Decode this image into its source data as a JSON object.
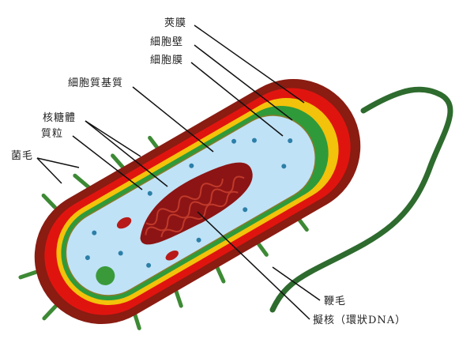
{
  "title": "原核細胞結構",
  "labels": {
    "capsule": "莢膜",
    "cell_wall": "細胞壁",
    "cell_membrane": "細胞膜",
    "cytoplasm": "細胞質基質",
    "ribosome": "核糖體",
    "plasmid": "質粒",
    "pili": "菌毛",
    "flagellum": "鞭毛",
    "nucleoid": "擬核（環狀DNA）"
  },
  "colors": {
    "capsule": "#8a1c12",
    "cell_wall": "#e0140f",
    "yellow_layer": "#f3c20a",
    "membrane": "#2f9a3a",
    "cytoplasm": "#bfe2f6",
    "nucleoid": "#8c1414",
    "flagellum": "#2e6b2e"
  }
}
